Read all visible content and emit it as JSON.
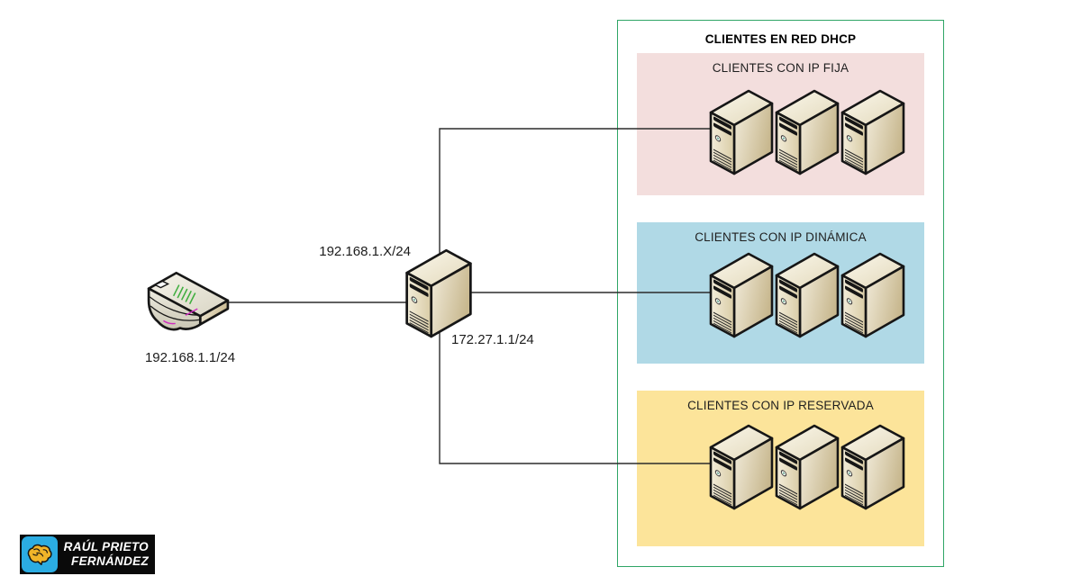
{
  "diagram": {
    "router": {
      "icon": "router-icon",
      "label": "192.168.1.1/24"
    },
    "dhcp_server": {
      "icon": "server-icon",
      "label_lan": "192.168.1.X/24",
      "label_dhcp": "172.27.1.1/24"
    },
    "dhcp_group": {
      "title": "CLIENTES EN RED DHCP",
      "border_color": "#2fa566",
      "sections": [
        {
          "label": "CLIENTES CON IP FIJA",
          "color": "#f3dedd",
          "client_count": 3
        },
        {
          "label": "CLIENTES CON IP DINÁMICA",
          "color": "#b0d9e6",
          "client_count": 3
        },
        {
          "label": "CLIENTES CON IP RESERVADA",
          "color": "#fce49a",
          "client_count": 3
        }
      ]
    },
    "wire_color": "#2b2b2b"
  },
  "branding": {
    "name_line1": "RAÚL PRIETO",
    "name_line2": "FERNÁNDEZ",
    "badge_color": "#2bace2",
    "bar_color": "#0a0a0a",
    "brain_color": "#f0b429",
    "icon": "brain-icon"
  }
}
